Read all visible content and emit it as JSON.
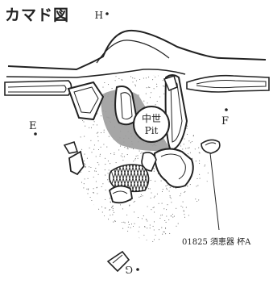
{
  "title": "カマド図",
  "points": {
    "top": "H",
    "bottom": "G",
    "left": "E",
    "right": "F"
  },
  "pit_label_line1": "中世",
  "pit_label_line2": "Pit",
  "annotation": "01825 須恵器 杯A",
  "colors": {
    "ink": "#222222",
    "shade": "#9c9c9c",
    "speckle": "#666666"
  }
}
